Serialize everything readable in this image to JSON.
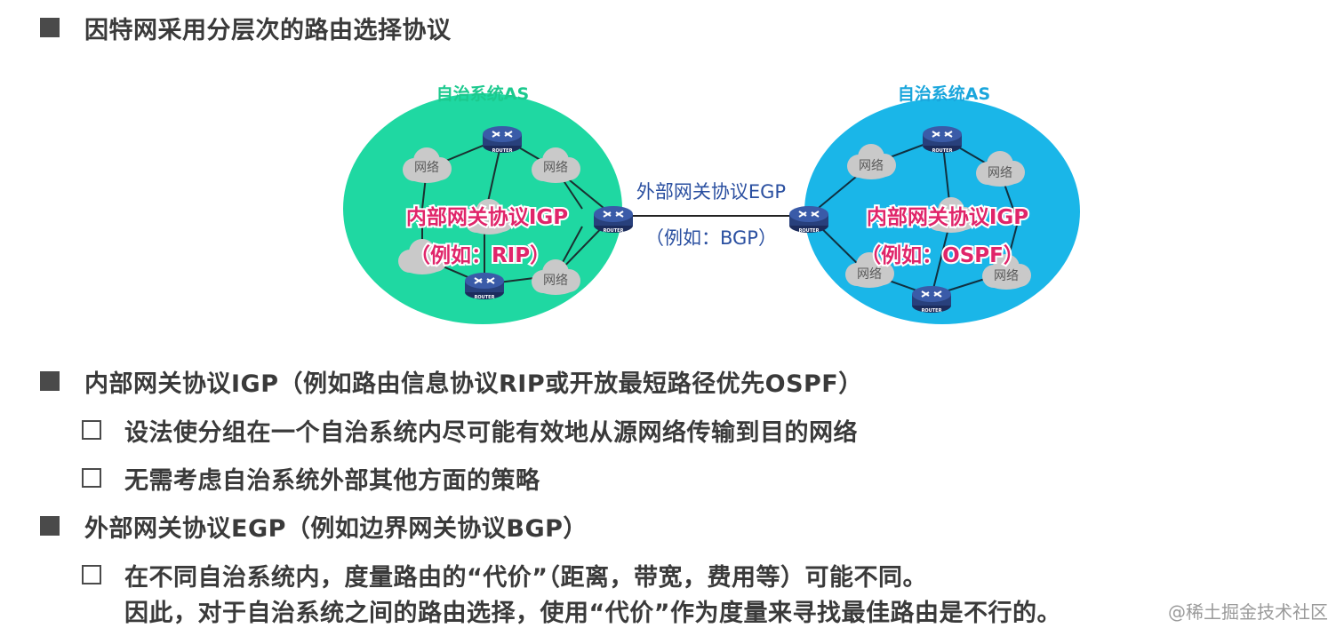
{
  "heading": {
    "text": "因特网采用分层次的路由选择协议"
  },
  "diagram": {
    "left_as_label": "自治系统AS",
    "right_as_label": "自治系统AS",
    "network_label": "网络",
    "router_label": "ROUTER",
    "left_igp_line1": "内部网关协议IGP",
    "left_igp_line2": "（例如：RIP）",
    "right_igp_line1": "内部网关协议IGP",
    "right_igp_line2": "（例如：OSPF）",
    "egp_line1": "外部网关协议EGP",
    "egp_line2": "（例如：BGP）",
    "colors": {
      "left_as": "#1fd8a2",
      "right_as": "#1ab6e8",
      "as_label_left": "#1cc98e",
      "as_label_right": "#1aa6dc",
      "igp_text": "#e0256a",
      "egp_text": "#2a4fa0"
    }
  },
  "bullets": [
    {
      "type": "filled",
      "text": "内部网关协议IGP（例如路由信息协议RIP或开放最短路径优先OSPF）"
    },
    {
      "type": "empty",
      "text": "设法使分组在一个自治系统内尽可能有效地从源网络传输到目的网络"
    },
    {
      "type": "empty",
      "text": "无需考虑自治系统外部其他方面的策略"
    },
    {
      "type": "filled",
      "text": "外部网关协议EGP（例如边界网关协议BGP）"
    },
    {
      "type": "empty",
      "text": "在不同自治系统内，度量路由的“代价”（距离，带宽，费用等）可能不同。"
    },
    {
      "type": "none",
      "text": "因此，对于自治系统之间的路由选择，使用“代价”作为度量来寻找最佳路由是不行的。"
    }
  ],
  "watermark": "@稀土掘金技术社区"
}
